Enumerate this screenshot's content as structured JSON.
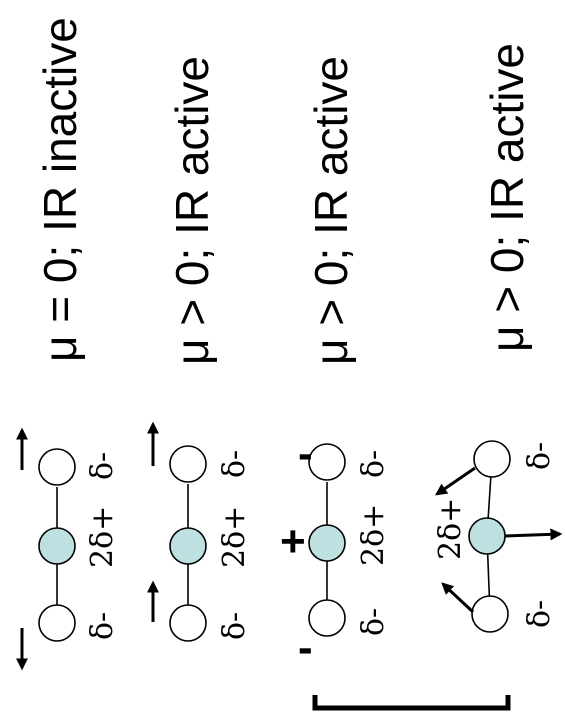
{
  "colors": {
    "carbon_fill": "#bfe0e0",
    "ink": "#000000"
  },
  "modes": [
    {
      "caption": "μ = 0; IR inactive",
      "left_charge": "δ-",
      "center_charge": "2δ+",
      "right_charge": "δ-"
    },
    {
      "caption": "μ > 0; IR active",
      "left_charge": "δ-",
      "center_charge": "2δ+",
      "right_charge": "δ-"
    },
    {
      "caption": "μ > 0; IR active",
      "left_charge": "δ-",
      "center_charge": "2δ+",
      "right_charge": "δ-",
      "left_sign": "-",
      "center_sign": "+",
      "right_sign": "-"
    },
    {
      "caption": "μ > 0; IR active",
      "left_charge": "δ-",
      "center_charge": "2δ+",
      "right_charge": "δ-"
    }
  ]
}
